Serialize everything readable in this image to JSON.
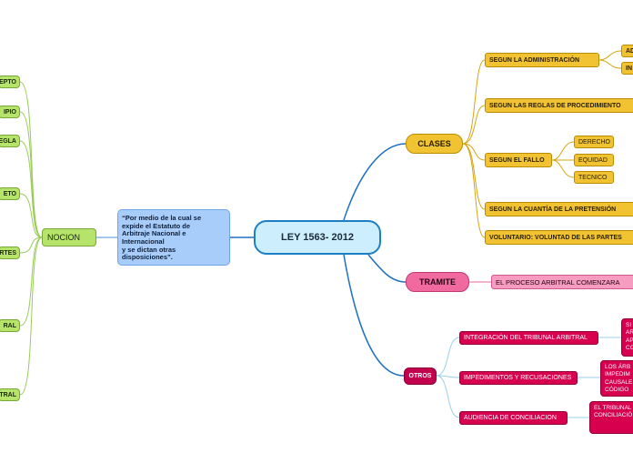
{
  "central": {
    "title": "LEY 1563- 2012"
  },
  "left": {
    "description": "“Por medio de la cual se\nexpide el Estatuto de\nArbitraje Nacional e\nInternacional\ny se dictan otras\ndisposiciones”.",
    "nocion": "NOCION",
    "children": [
      "EPTO",
      "IPIO",
      "EGLA",
      "ETO",
      "RTES",
      "RAL",
      "TRAL"
    ]
  },
  "clases": {
    "label": "CLASES",
    "items": [
      {
        "label": "SEGUN LA ADMINISTRACIÓN",
        "children": [
          "AD",
          "IN"
        ]
      },
      {
        "label": "SEGUN LAS REGLAS DE PROCEDIMIENTO",
        "children": []
      },
      {
        "label": "SEGUN EL FALLO",
        "children": [
          "DERECHO",
          "EQUIDAD",
          "TECNICO"
        ]
      },
      {
        "label": "SEGUN LA CUANTÍA DE LA PRETENSIÓN",
        "children": []
      },
      {
        "label": "VOLUNTARIO: VOLUNTAD DE LAS PARTES",
        "children": []
      }
    ]
  },
  "tramite": {
    "label": "TRAMITE",
    "child": "EL PROCESO ARBITRAL COMENZARA"
  },
  "otros": {
    "label": "OTROS",
    "items": [
      {
        "label": "INTEGRACIÓN DEL TRIBUNAL ARBITRAL",
        "detail": "SI\nAR\nAP\nCO"
      },
      {
        "label": "IMPEDIMENTOS Y RECUSACIONES",
        "detail": "LOS ÁRB\nIMPEDIM\nCAUSALE\nCÓDIGO"
      },
      {
        "label": "AUDIENCIA DE CONCILIACION",
        "detail": "EL TRIBUNAL\nCONCILIACIÓ"
      }
    ]
  },
  "colors": {
    "central_border": "#1f7fc4",
    "description_fill": "#a8cdfb",
    "nocion_fill": "#b6e36a",
    "clases_fill": "#f1c232",
    "tramite_fill": "#f06aa0",
    "otros_fill": "#c2004d"
  }
}
